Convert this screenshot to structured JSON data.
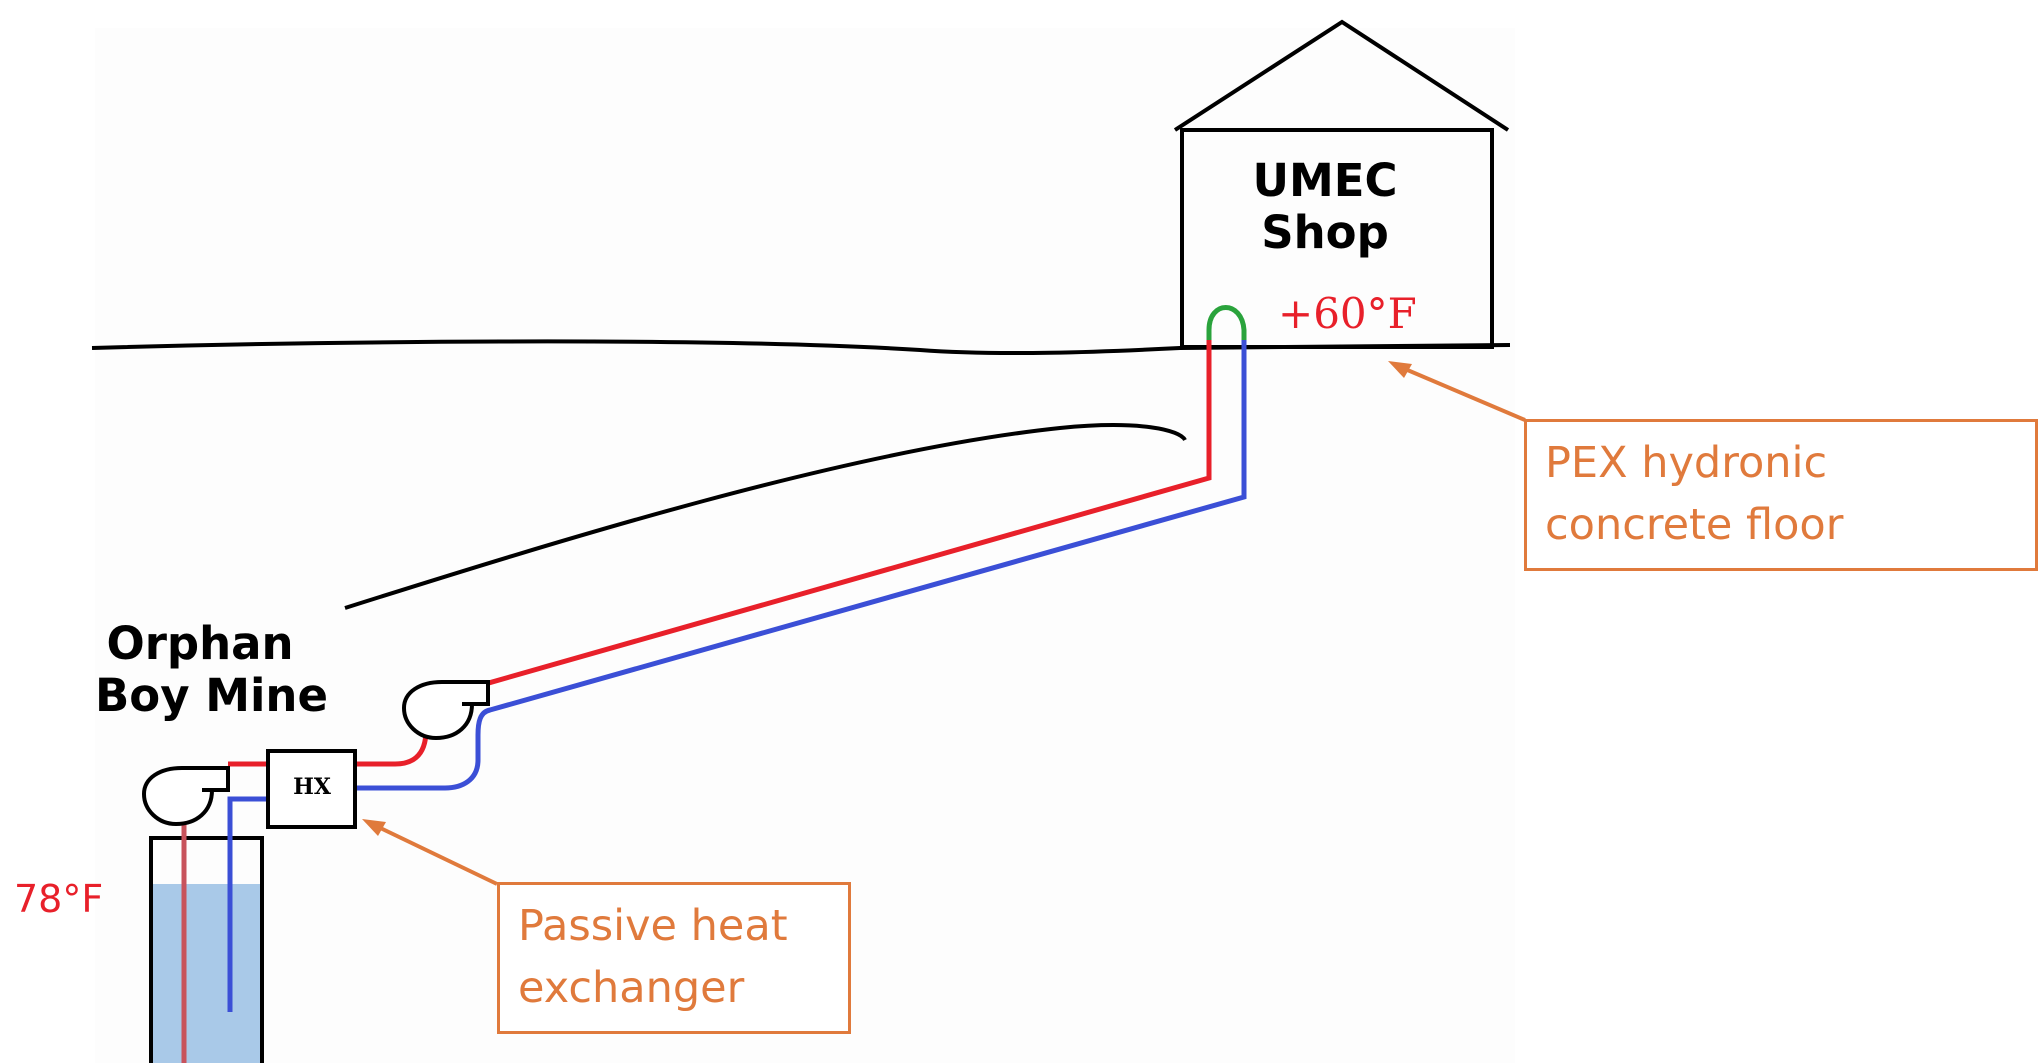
{
  "labels": {
    "shop_line1": "UMEC",
    "shop_line2": "Shop",
    "mine_line1": "Orphan",
    "mine_line2": "Boy Mine",
    "shop_temp": "+60°F",
    "mine_temp": "78°F",
    "hx": "HX"
  },
  "callouts": {
    "floor_line1": "PEX hydronic",
    "floor_line2": "concrete floor",
    "hx_line1": "Passive heat",
    "hx_line2": "exchanger"
  },
  "colors": {
    "hot_pipe": "#e8202a",
    "cold_pipe": "#3b4fd6",
    "floor_loop": "#2aa33c",
    "callout": "#e07a3c",
    "temperature_text": "#e8202a",
    "water": "#a9c9e8"
  },
  "icons": {
    "pump": "pump-icon",
    "heat_exchanger": "heat-exchanger-icon",
    "building": "building-icon",
    "mine_shaft": "mine-shaft-icon"
  }
}
